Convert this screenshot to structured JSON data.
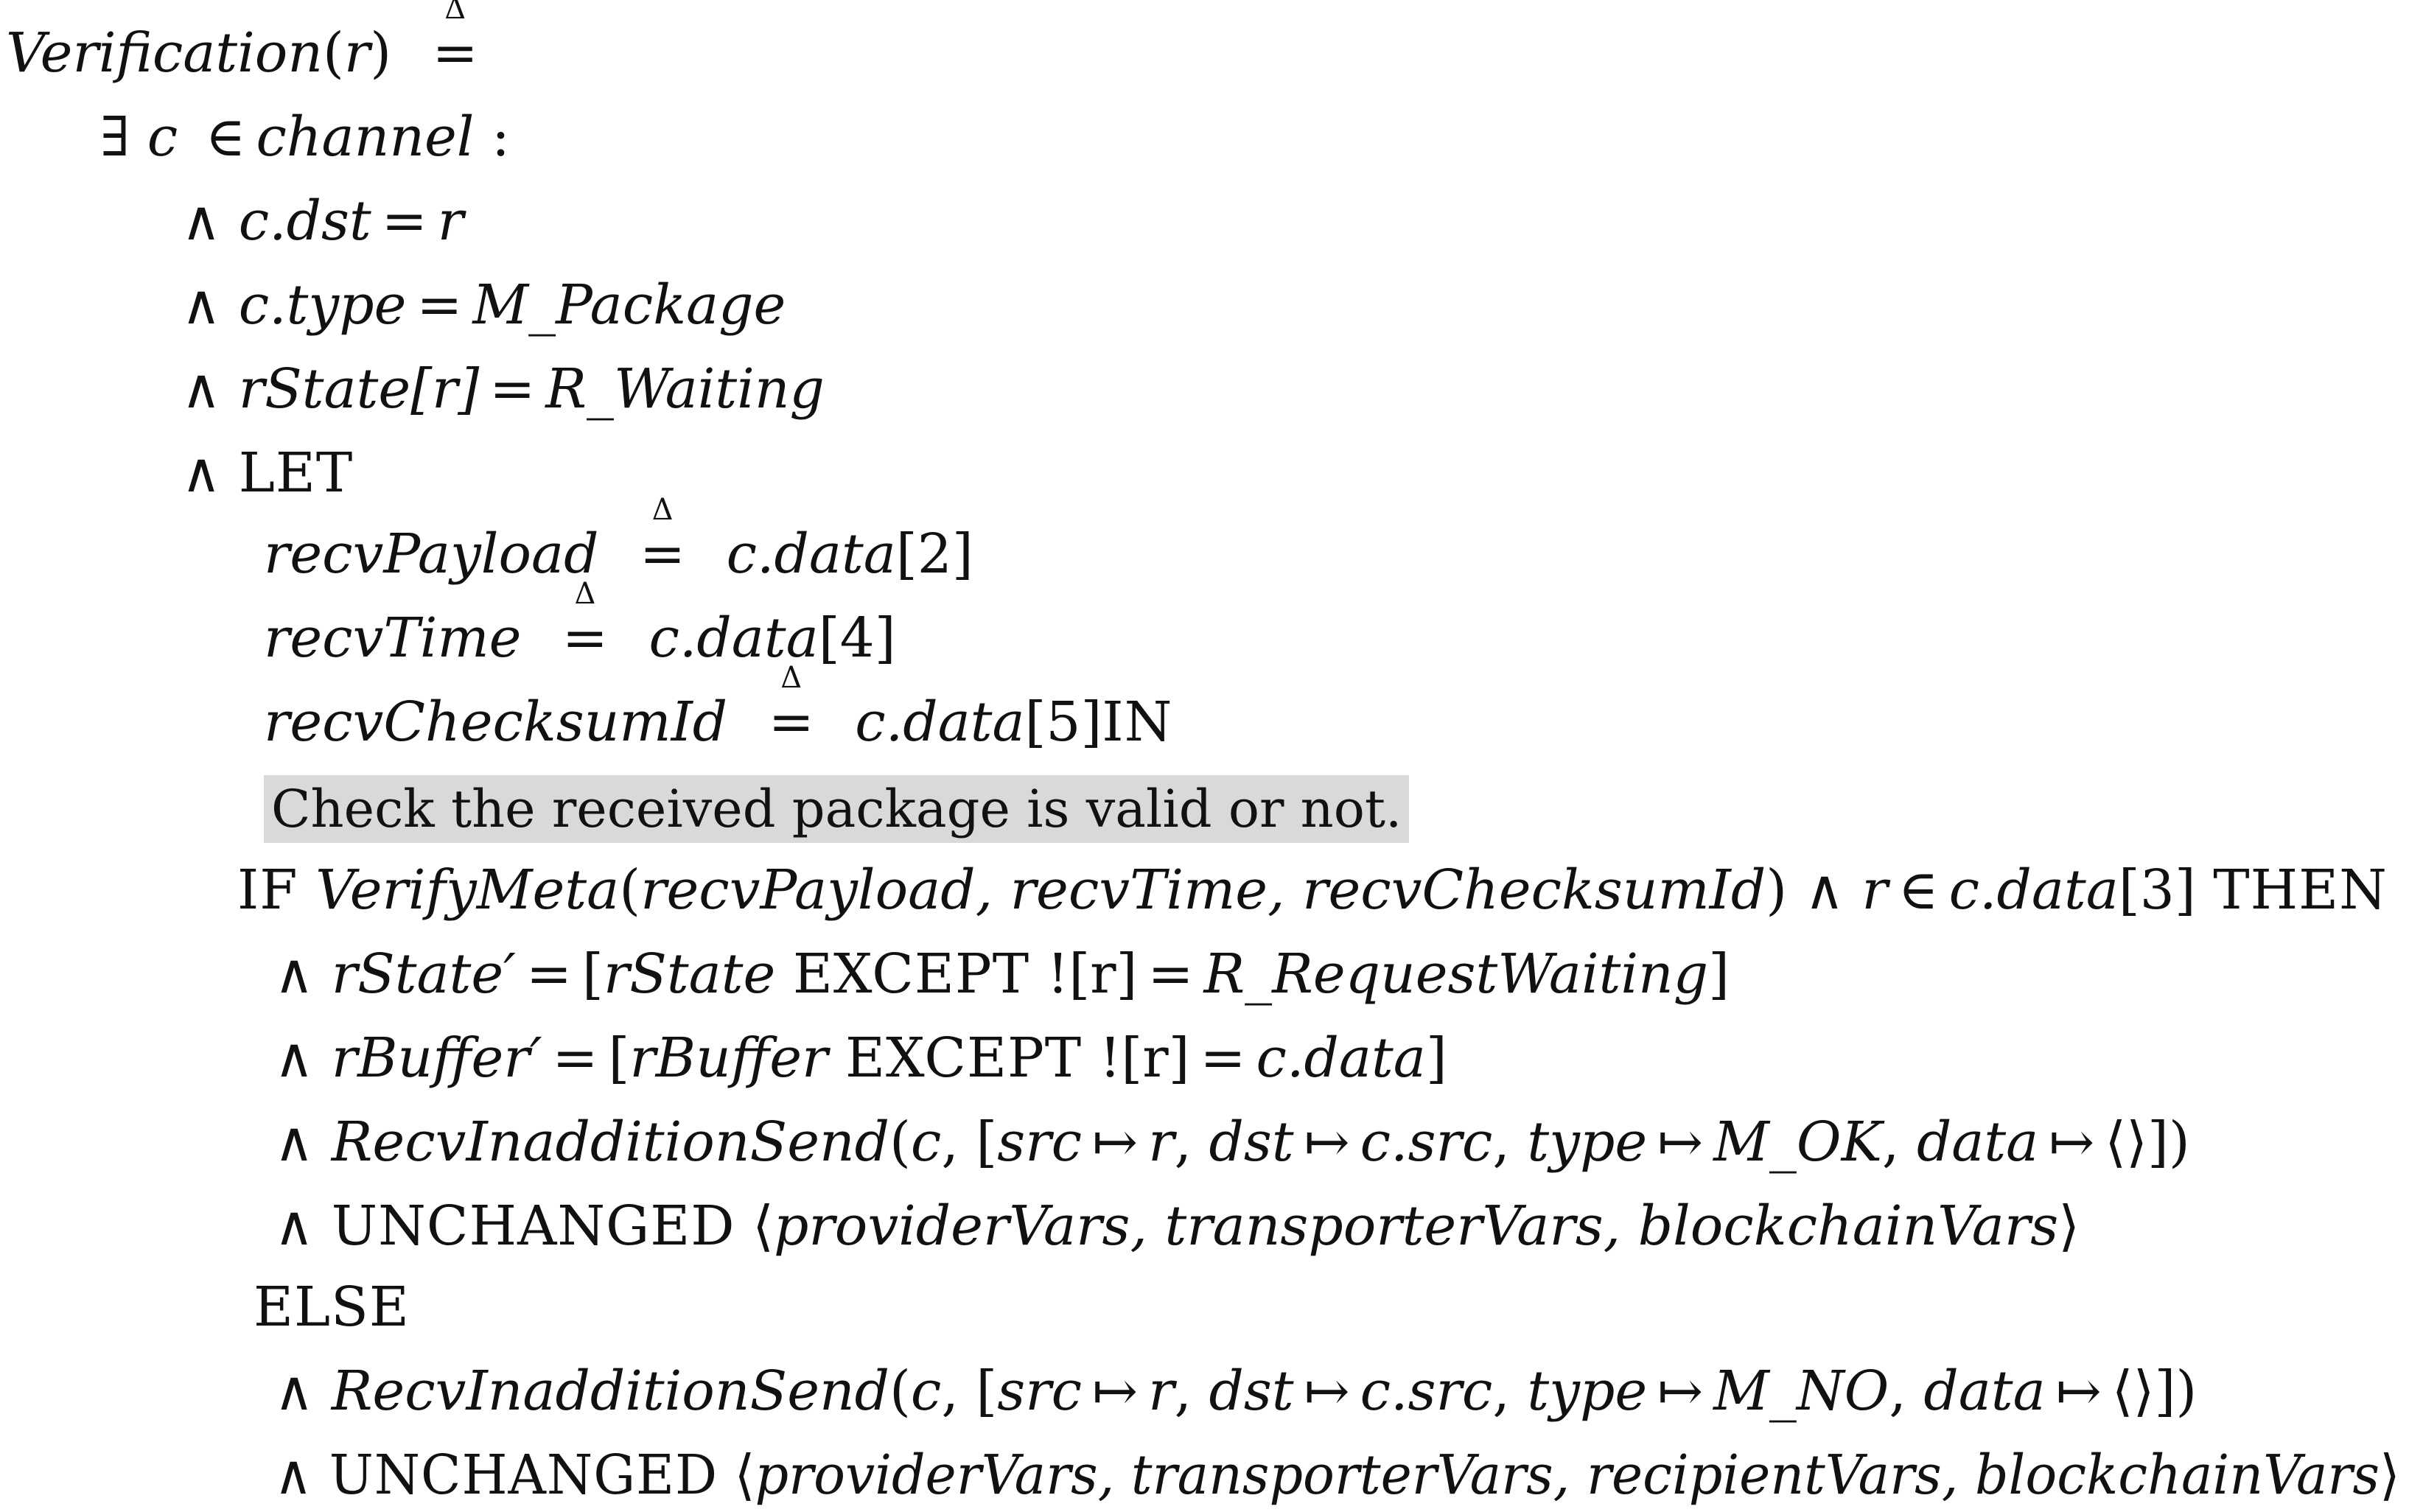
{
  "spec": {
    "name": "Verification",
    "param": "r",
    "defeq_symbol": "≜",
    "exists": {
      "quantifier": "∃",
      "var": "c",
      "set_symbol": "∈",
      "set": "channel",
      "colon": ":"
    },
    "conj": "∧",
    "cond1": {
      "lhs": "c.dst",
      "rhs": "r"
    },
    "cond2": {
      "lhs": "c.type",
      "rhs": "M_Package"
    },
    "cond3": {
      "lhs": "rState[r]",
      "rhs": "R_Waiting"
    },
    "let_kw": "LET",
    "defs": [
      {
        "name": "recvPayload",
        "value": "c.data",
        "index": "[2]"
      },
      {
        "name": "recvTime",
        "value": "c.data",
        "index": "[4]"
      },
      {
        "name": "recvChecksumId",
        "value": "c.data",
        "index": "[5]"
      }
    ],
    "in_kw": "IN",
    "comment": "Check the received package is valid or not.",
    "if_kw": "IF",
    "if_cond": {
      "func": "VerifyMeta",
      "args": "recvPayload, recvTime, recvChecksumId",
      "extra": "r",
      "in_sym": "∈",
      "set": "c.data",
      "index": "[3]"
    },
    "then_kw": "THEN",
    "then_branch": {
      "state_update": {
        "lhs": "rState′",
        "rec": "rState",
        "except_kw": "EXCEPT",
        "bang": "![r]",
        "rhs": "R_RequestWaiting"
      },
      "buffer_update": {
        "lhs": "rBuffer′",
        "rec": "rBuffer",
        "except_kw": "EXCEPT",
        "bang": "![r]",
        "rhs": "c.data"
      },
      "send": {
        "func": "RecvInadditionSend",
        "first": "c",
        "src": "r",
        "dst": "c.src",
        "type": "M_OK",
        "data": "⟨⟩"
      },
      "unchanged_kw": "UNCHANGED",
      "unchanged_vars": "providerVars, transporterVars, blockchainVars"
    },
    "else_kw": "ELSE",
    "else_branch": {
      "send": {
        "func": "RecvInadditionSend",
        "first": "c",
        "src": "r",
        "dst": "c.src",
        "type": "M_NO",
        "data": "⟨⟩"
      },
      "unchanged_kw": "UNCHANGED",
      "unchanged_vars": "providerVars, transporterVars, recipientVars, blockchainVars"
    },
    "field_keys": {
      "src": "src",
      "dst": "dst",
      "type": "type",
      "data": "data"
    },
    "mapsto": "↦",
    "equals": "=",
    "langle": "⟨",
    "rangle": "⟩"
  }
}
